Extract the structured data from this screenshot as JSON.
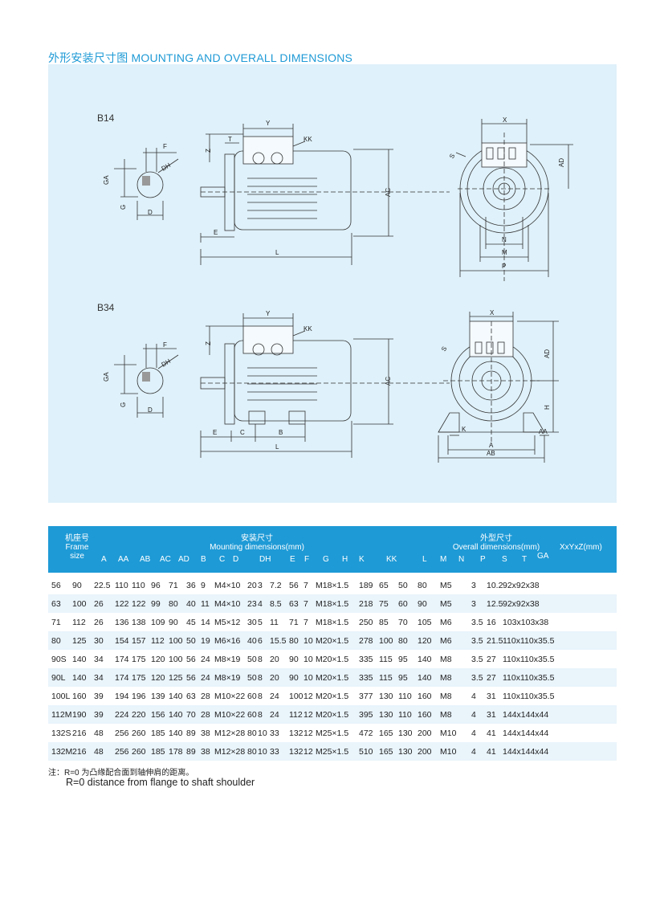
{
  "title": "外形安装尺寸图 MOUNTING AND OVERALL DIMENSIONS",
  "drawings": {
    "b14": {
      "label": "B14",
      "shaft_labels": {
        "F": "F",
        "DH": "DH",
        "GA": "GA",
        "G": "G",
        "D": "D"
      },
      "side_labels": {
        "Y": "Y",
        "KK": "KK",
        "Z": "Z",
        "T": "T",
        "AC": "AC",
        "E": "E",
        "L": "L"
      },
      "front_labels": {
        "X": "X",
        "AD": "AD",
        "S": "S",
        "N": "N",
        "M": "M",
        "P": "P"
      }
    },
    "b34": {
      "label": "B34",
      "shaft_labels": {
        "F": "F",
        "DH": "DH",
        "GA": "GA",
        "G": "G",
        "D": "D"
      },
      "side_labels": {
        "Y": "Y",
        "KK": "KK",
        "Z": "Z",
        "AC": "AC",
        "E": "E",
        "C": "C",
        "B": "B",
        "L": "L"
      },
      "front_labels": {
        "X": "X",
        "AD": "AD",
        "S": "S",
        "H": "H",
        "K": "K",
        "AA": "AA",
        "A": "A",
        "AB": "AB"
      }
    }
  },
  "table": {
    "frame_zh": "机座号",
    "frame_en1": "Frame",
    "frame_en2": "size",
    "mounting_zh": "安装尺寸",
    "mounting_en": "Mounting dimensions(mm)",
    "overall_zh": "外型尺寸",
    "overall_en": "Overall  dimensions(mm)",
    "xyz": "XxYxZ(mm)",
    "columns": [
      "A",
      "AA",
      "AB",
      "AC",
      "AD",
      "B",
      "C",
      "D",
      "DH",
      "E",
      "F",
      "G",
      "H",
      "K",
      "KK",
      "L",
      "M",
      "N",
      "P",
      "S",
      "T",
      "GA"
    ],
    "rows": [
      [
        "56",
        "90",
        "22.5",
        "110",
        "110",
        "96",
        "71",
        "36",
        "9",
        "M4×10",
        "20",
        "3",
        "7.2",
        "56",
        "7",
        "M18×1.5",
        "189",
        "65",
        "50",
        "80",
        "M5",
        "3",
        "10.2",
        "92x92x38"
      ],
      [
        "63",
        "100",
        "26",
        "122",
        "122",
        "99",
        "80",
        "40",
        "11",
        "M4×10",
        "23",
        "4",
        "8.5",
        "63",
        "7",
        "M18×1.5",
        "218",
        "75",
        "60",
        "90",
        "M5",
        "3",
        "12.5",
        "92x92x38"
      ],
      [
        "71",
        "112",
        "26",
        "136",
        "138",
        "109",
        "90",
        "45",
        "14",
        "M5×12",
        "30",
        "5",
        "11",
        "71",
        "7",
        "M18×1.5",
        "250",
        "85",
        "70",
        "105",
        "M6",
        "3.5",
        "16",
        "103x103x38"
      ],
      [
        "80",
        "125",
        "30",
        "154",
        "157",
        "112",
        "100",
        "50",
        "19",
        "M6×16",
        "40",
        "6",
        "15.5",
        "80",
        "10",
        "M20×1.5",
        "278",
        "100",
        "80",
        "120",
        "M6",
        "3.5",
        "21.5",
        "110x110x35.5"
      ],
      [
        "90S",
        "140",
        "34",
        "174",
        "175",
        "120",
        "100",
        "56",
        "24",
        "M8×19",
        "50",
        "8",
        "20",
        "90",
        "10",
        "M20×1.5",
        "335",
        "115",
        "95",
        "140",
        "M8",
        "3.5",
        "27",
        "110x110x35.5"
      ],
      [
        "90L",
        "140",
        "34",
        "174",
        "175",
        "120",
        "125",
        "56",
        "24",
        "M8×19",
        "50",
        "8",
        "20",
        "90",
        "10",
        "M20×1.5",
        "335",
        "115",
        "95",
        "140",
        "M8",
        "3.5",
        "27",
        "110x110x35.5"
      ],
      [
        "100L",
        "160",
        "39",
        "194",
        "196",
        "139",
        "140",
        "63",
        "28",
        "M10×22",
        "60",
        "8",
        "24",
        "100",
        "12",
        "M20×1.5",
        "377",
        "130",
        "110",
        "160",
        "M8",
        "4",
        "31",
        "110x110x35.5"
      ],
      [
        "112M",
        "190",
        "39",
        "224",
        "220",
        "156",
        "140",
        "70",
        "28",
        "M10×22",
        "60",
        "8",
        "24",
        "112",
        "12",
        "M20×1.5",
        "395",
        "130",
        "110",
        "160",
        "M8",
        "4",
        "31",
        "144x144x44"
      ],
      [
        "132S",
        "216",
        "48",
        "256",
        "260",
        "185",
        "140",
        "89",
        "38",
        "M12×28",
        "80",
        "10",
        "33",
        "132",
        "12",
        "M25×1.5",
        "472",
        "165",
        "130",
        "200",
        "M10",
        "4",
        "41",
        "144x144x44"
      ],
      [
        "132M",
        "216",
        "48",
        "256",
        "260",
        "185",
        "178",
        "89",
        "38",
        "M12×28",
        "80",
        "10",
        "33",
        "132",
        "12",
        "M25×1.5",
        "510",
        "165",
        "130",
        "200",
        "M10",
        "4",
        "41",
        "144x144x44"
      ]
    ]
  },
  "notes": {
    "zh": "注：R=0 为凸缘配合面到轴伸肩的距离。",
    "en": "R=0 distance from flange to shaft shoulder"
  }
}
